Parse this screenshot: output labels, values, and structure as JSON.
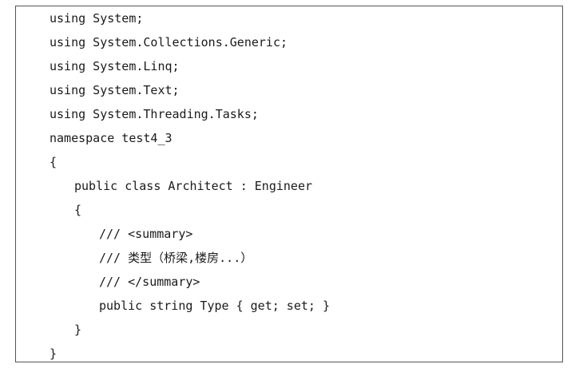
{
  "code": {
    "lines": [
      "using System;",
      "using System.Collections.Generic;",
      "using System.Linq;",
      "using System.Text;",
      "using System.Threading.Tasks;",
      "namespace test4_3",
      "{",
      "public class Architect : Engineer",
      "{",
      "/// <summary>",
      "/// 类型（桥梁,楼房...）",
      "/// </summary>",
      "public string Type { get; set; }",
      "}",
      "}"
    ]
  }
}
